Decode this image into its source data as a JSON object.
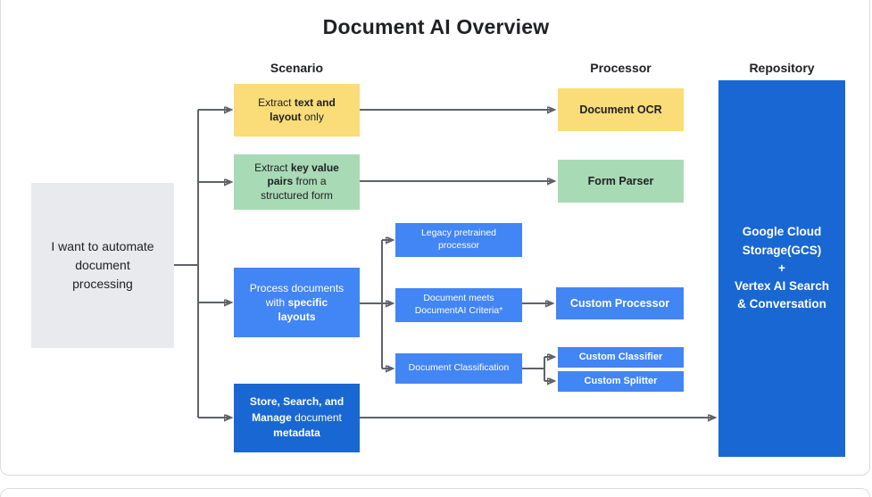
{
  "title": "Document AI Overview",
  "colors": {
    "yellow": "#FADC78",
    "green": "#A8DAB5",
    "blue": "#4285F4",
    "dark-blue": "#1967D2",
    "gray": "#E8EAED",
    "arrow": "#5F6368",
    "text-dark": "#202124"
  },
  "columns": {
    "scenario": "Scenario",
    "processor": "Processor",
    "repository": "Repository"
  },
  "start": {
    "label": "I want to automate document processing"
  },
  "scenarios": {
    "extract_text_layout": {
      "segments": [
        {
          "t": "Extract ",
          "b": false
        },
        {
          "t": "text and layout",
          "b": true
        },
        {
          "t": " only",
          "b": false
        }
      ]
    },
    "extract_key_value": {
      "segments": [
        {
          "t": "Extract ",
          "b": false
        },
        {
          "t": "key value pairs",
          "b": true
        },
        {
          "t": " from a structured form",
          "b": false
        }
      ]
    },
    "specific_layouts": {
      "segments": [
        {
          "t": "Process documents with ",
          "b": false
        },
        {
          "t": "specific layouts",
          "b": true
        }
      ]
    },
    "store_search_manage": {
      "segments": [
        {
          "t": "Store, Search, and Manage",
          "b": true
        },
        {
          "t": " document ",
          "b": false
        },
        {
          "t": "metadata",
          "b": true
        }
      ]
    }
  },
  "sub_options": {
    "legacy": "Legacy pretrained processor",
    "criteria": "Document meets DocumentAI Criteria*",
    "classification": "Document Classification"
  },
  "processors": {
    "document_ocr": "Document OCR",
    "form_parser": "Form Parser",
    "custom_processor": "Custom Processor",
    "custom_classifier": "Custom Classifier",
    "custom_splitter": "Custom Splitter"
  },
  "repository": {
    "label": "Google Cloud Storage(GCS)\n+\nVertex AI Search & Conversation"
  }
}
